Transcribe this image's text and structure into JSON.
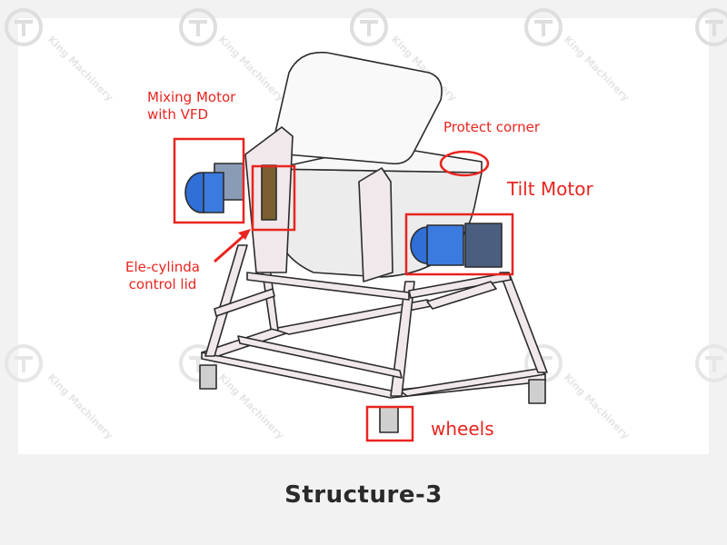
{
  "labels": {
    "mixing_motor_l1": "Mixing Motor",
    "mixing_motor_l2": "with VFD",
    "protect_corner": "Protect corner",
    "tilt_motor": "Tilt Motor",
    "ele_cylinda_l1": "Ele-cylinda",
    "ele_cylinda_l2": "control lid",
    "wheels": "wheels"
  },
  "caption": "Structure-3",
  "watermark": "King Machinery",
  "colors": {
    "annotation": "#e8251f",
    "motor_blue": "#2f6fd6",
    "frame_fill": "#f1e8ec",
    "frame_stroke": "#2b2b2b",
    "background": "#f2f2f2"
  }
}
